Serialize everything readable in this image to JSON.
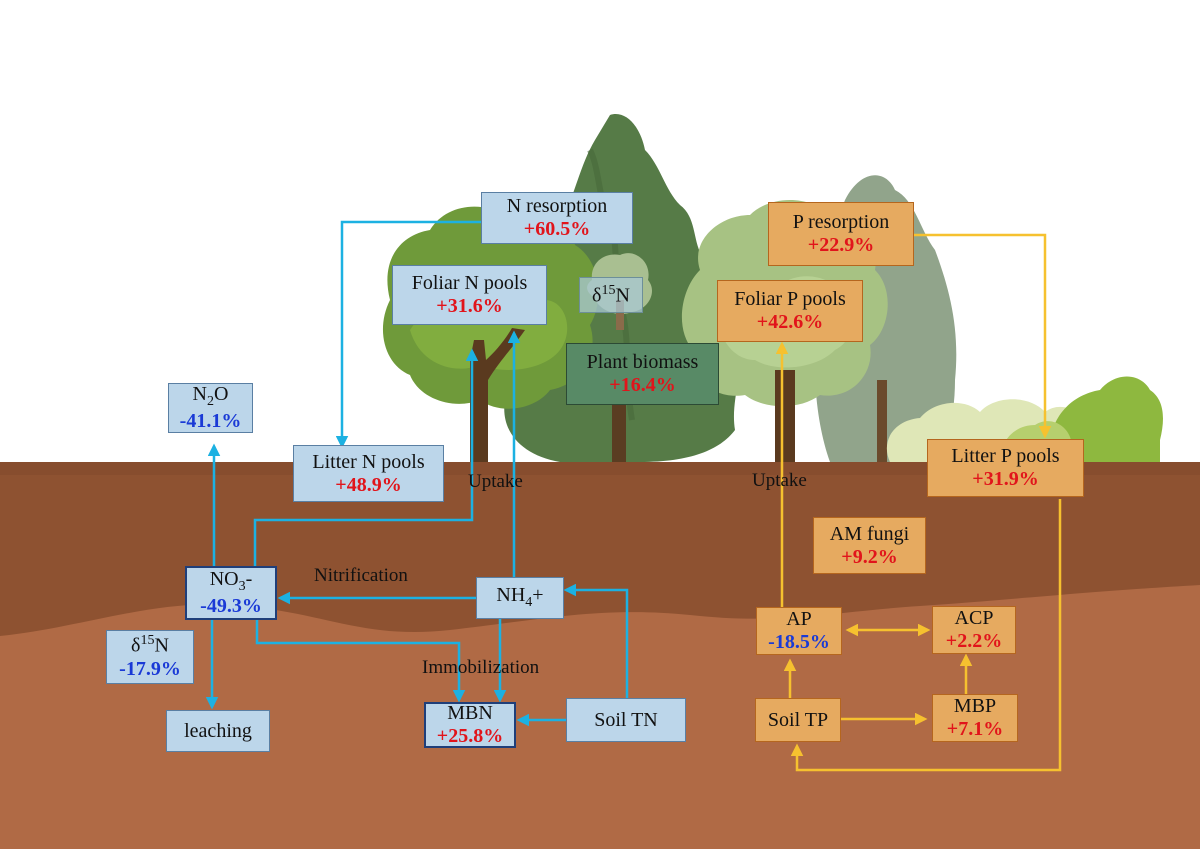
{
  "colors": {
    "n_arrow": "#1cb1e2",
    "p_arrow": "#f6c12f",
    "increase": "#e1141b",
    "decrease": "#1a3ad6",
    "soil_top": "#8e5231",
    "soil_bottom": "#b06a45"
  },
  "nitrogen": {
    "n_resorption": {
      "label": "N resorption",
      "value": "+60.5%"
    },
    "foliar_n_pools": {
      "label": "Foliar N pools",
      "value": "+31.6%"
    },
    "delta15n_plant": {
      "delta": "δ",
      "sup": "15",
      "el": "N"
    },
    "plant_biomass": {
      "label": "Plant biomass",
      "value": "+16.4%"
    },
    "n2o": {
      "el": "N",
      "sub": "2",
      "el2": "O",
      "value": "-41.1%"
    },
    "litter_n_pools": {
      "label": "Litter N pools",
      "value": "+48.9%"
    },
    "no3": {
      "el": "NO",
      "sub": "3",
      "tail": "-",
      "value": "-49.3%"
    },
    "nh4": {
      "el": "NH",
      "sub": "4",
      "tail": "+"
    },
    "delta15n_soil": {
      "delta": "δ",
      "sup": "15",
      "el": "N",
      "value": "-17.9%"
    },
    "leaching": {
      "label": "leaching"
    },
    "mbn": {
      "label": "MBN",
      "value": "+25.8%"
    },
    "soil_tn": {
      "label": "Soil TN"
    }
  },
  "phosphorus": {
    "p_resorption": {
      "label": "P resorption",
      "value": "+22.9%"
    },
    "foliar_p_pools": {
      "label": "Foliar P pools",
      "value": "+42.6%"
    },
    "litter_p_pools": {
      "label": "Litter P pools",
      "value": "+31.9%"
    },
    "am_fungi": {
      "label": "AM fungi",
      "value": "+9.2%"
    },
    "ap": {
      "label": "AP",
      "value": "-18.5%"
    },
    "acp": {
      "label": "ACP",
      "value": "+2.2%"
    },
    "soil_tp": {
      "label": "Soil TP"
    },
    "mbp": {
      "label": "MBP",
      "value": "+7.1%"
    }
  },
  "flows": {
    "uptake_n": "Uptake",
    "uptake_p": "Uptake",
    "nitrification": "Nitrification",
    "immobilization": "Immobilization"
  }
}
